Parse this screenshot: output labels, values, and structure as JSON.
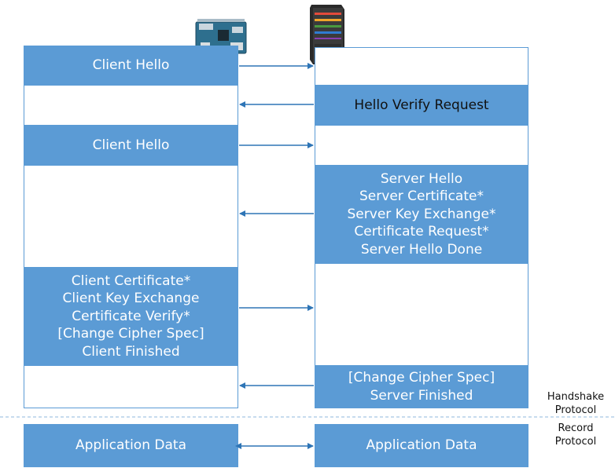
{
  "client_icon": "circuit-board-icon",
  "server_icon": "server-tower-icon",
  "colors": {
    "box_fill": "#5b9bd5",
    "arrow": "#2e75b6",
    "divider": "#8fb7de"
  },
  "client_messages": {
    "client_hello_1": "Client Hello",
    "client_hello_2": "Client Hello",
    "client_flight": [
      "Client Certificate*",
      "Client Key Exchange",
      "Certificate Verify*",
      "[Change Cipher Spec]",
      "Client Finished"
    ],
    "app_data": "Application Data"
  },
  "server_messages": {
    "hello_verify": "Hello Verify Request",
    "server_flight": [
      "Server Hello",
      "Server Certificate*",
      "Server Key Exchange*",
      "Certificate Request*",
      "Server Hello Done"
    ],
    "server_finish": [
      "[Change Cipher Spec]",
      "Server Finished"
    ],
    "app_data": "Application Data"
  },
  "labels": {
    "handshake": [
      "Handshake",
      "Protocol"
    ],
    "record": [
      "Record",
      "Protocol"
    ]
  }
}
